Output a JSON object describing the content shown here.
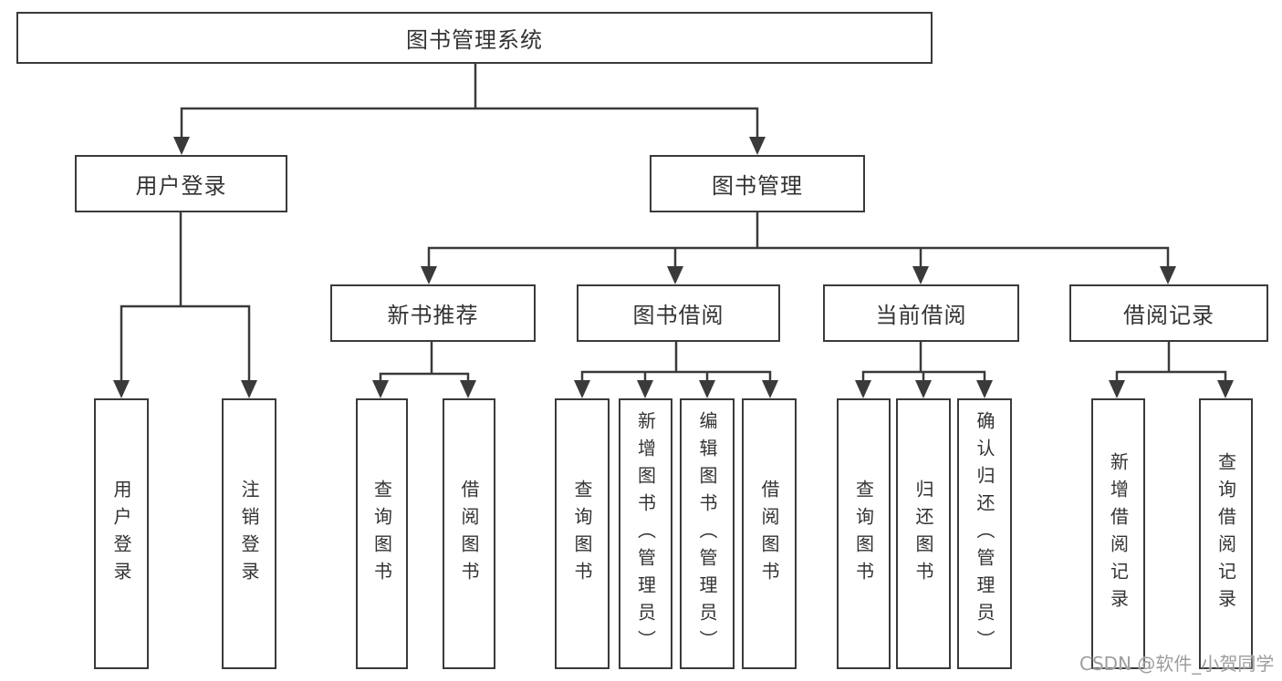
{
  "tree": {
    "root": "图书管理系统",
    "branches": [
      {
        "label": "用户登录",
        "children": [
          "用户登录",
          "注销登录"
        ]
      },
      {
        "label": "图书管理",
        "children": [
          {
            "label": "新书推荐",
            "children": [
              "查询图书",
              "借阅图书"
            ]
          },
          {
            "label": "图书借阅",
            "children": [
              "查询图书",
              "新增图书（管理员）",
              "编辑图书（管理员）",
              "借阅图书"
            ]
          },
          {
            "label": "当前借阅",
            "children": [
              "查询图书",
              "归还图书",
              "确认归还（管理员）"
            ]
          },
          {
            "label": "借阅记录",
            "children": [
              "新增借阅记录",
              "查询借阅记录"
            ]
          }
        ]
      }
    ]
  },
  "watermark": "CSDN @软件_小贺同学",
  "colors": {
    "line": "#3a3a3a",
    "text": "#333333",
    "watermark": "#9d9d9d",
    "background": "#ffffff"
  }
}
